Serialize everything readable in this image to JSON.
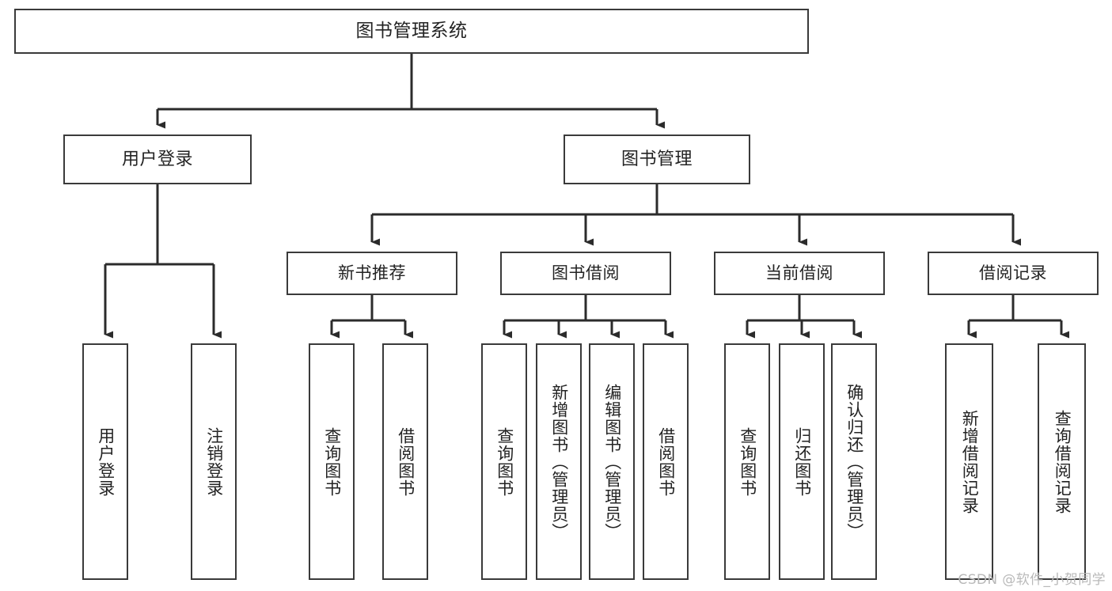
{
  "diagram": {
    "type": "tree-hierarchy",
    "title": "图书管理系统",
    "orientation": "top-down",
    "style": {
      "box_border_color": "#3a3a3a",
      "box_fill_color": "#ffffff",
      "edge_color": "#2b2b2b",
      "text_color": "#232323",
      "background": "#ffffff"
    }
  },
  "root": {
    "label": "图书管理系统"
  },
  "level1": [
    {
      "label": "用户登录"
    },
    {
      "label": "图书管理"
    }
  ],
  "level2": [
    {
      "label": "新书推荐"
    },
    {
      "label": "图书借阅"
    },
    {
      "label": "当前借阅"
    },
    {
      "label": "借阅记录"
    }
  ],
  "leaves": {
    "user_login": [
      {
        "label": "用户登录"
      },
      {
        "label": "注销登录"
      }
    ],
    "new_book_recommend": [
      {
        "label": "查询图书"
      },
      {
        "label": "借阅图书"
      }
    ],
    "book_borrow": [
      {
        "label": "查询图书"
      },
      {
        "label": "新增图书（管理员）"
      },
      {
        "label": "编辑图书（管理员）"
      },
      {
        "label": "借阅图书"
      }
    ],
    "current_borrow": [
      {
        "label": "查询图书"
      },
      {
        "label": "归还图书"
      },
      {
        "label": "确认归还（管理员）"
      }
    ],
    "borrow_record": [
      {
        "label": "新增借阅记录"
      },
      {
        "label": "查询借阅记录"
      }
    ]
  },
  "watermark": {
    "text": "CSDN @软件_小贺同学"
  }
}
